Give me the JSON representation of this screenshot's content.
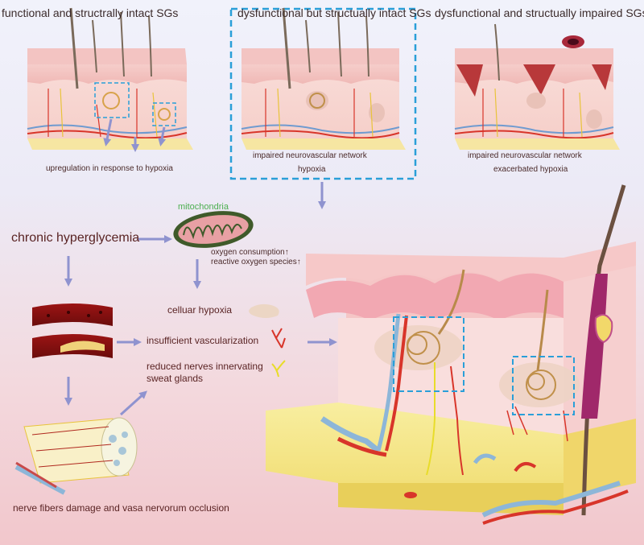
{
  "panels": {
    "p1": {
      "title": "functional and structrally intact SGs",
      "caption": "upregulation in response to hypoxia"
    },
    "p2": {
      "title": "dysfunctional but structually intact SGs",
      "caption1": "impaired neurovascular network",
      "caption2": "hypoxia"
    },
    "p3": {
      "title": "dysfunctional and structually impaired SGs",
      "caption1": "impaired neurovascular network",
      "caption2": "exacerbated hypoxia"
    }
  },
  "flow": {
    "cause": "chronic hyperglycemia",
    "organelle": "mitochondria",
    "oxygen": "oxygen consumption↑",
    "ros": "reactive oxygen species↑",
    "hypoxia": "celluar hypoxia",
    "vasc": "insufficient vascularization",
    "nerves1": "reduced nerves innervating",
    "nerves2": "sweat glands",
    "nerve_damage": "nerve fibers damage and vasa nervorum occlusion"
  },
  "colors": {
    "arrow": "#8f93cf",
    "highlight_box": "#2a9fd8",
    "text_dark_red": "#5a2424",
    "mito_label": "#4caf50",
    "artery": "#d8352a",
    "vein": "#8db6d8",
    "nerve": "#e8c33a"
  }
}
